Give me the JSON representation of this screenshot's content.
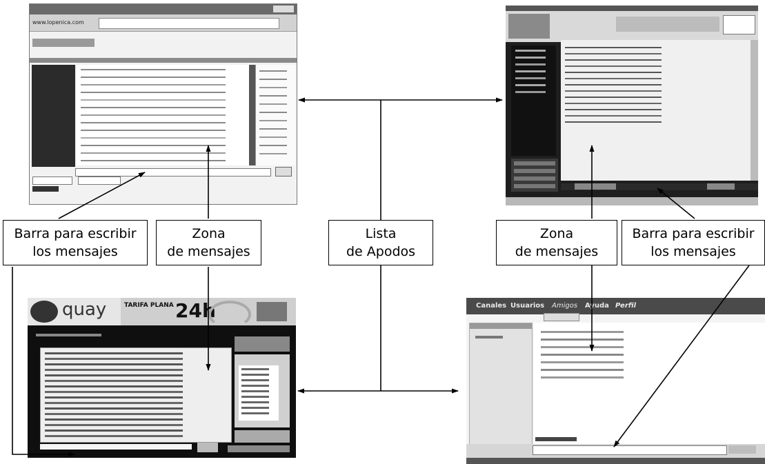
{
  "callouts": {
    "bar_left": {
      "line1": "Barra para escribir",
      "line2": "los mensajes"
    },
    "zone_left": {
      "line1": "Zona",
      "line2": "de mensajes"
    },
    "nick_list": {
      "line1": "Lista",
      "line2": "de Apodos"
    },
    "zone_right": {
      "line1": "Zona",
      "line2": "de mensajes"
    },
    "bar_right": {
      "line1": "Barra para escribir",
      "line2": "los mensajes"
    }
  },
  "screenshots": {
    "top_left": {
      "url_text": "www.lopenica.com"
    },
    "bottom_left": {
      "logo": "quay",
      "banner_big": "24h",
      "banner_small": "TARIFA PLANA"
    },
    "bottom_right": {
      "tabs": [
        "Canales",
        "Usuarios",
        "Amigos",
        "Ayuda",
        "Perfil"
      ]
    }
  },
  "colors": {
    "line": "#000000",
    "box_border": "#000000",
    "background": "#ffffff"
  }
}
